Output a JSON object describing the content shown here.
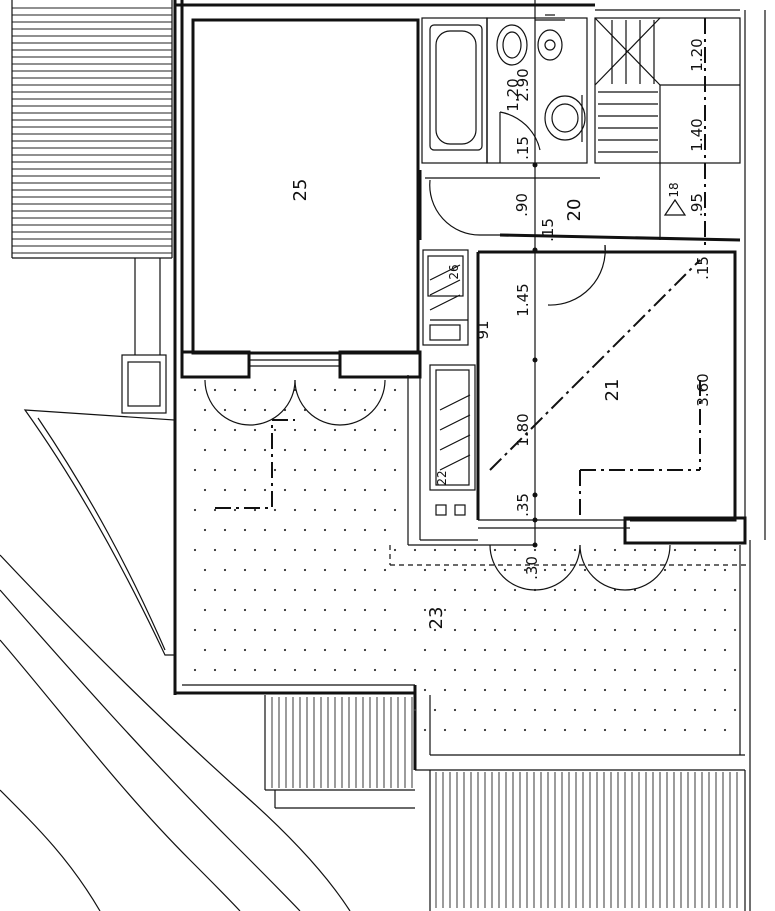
{
  "rooms": {
    "r25": "25",
    "r20": "20",
    "r21": "21",
    "r23": "23",
    "r26": "26",
    "r22": "22"
  },
  "dimensions": {
    "d_120": "1.20",
    "d_290": "2.90",
    "d_15a": ".15",
    "d_90": ".90",
    "d_15b": ".15",
    "d_145": "1.45",
    "d_91": "91",
    "d_180": "1.80",
    "d_35": ".35",
    "d_30": ".30",
    "d_360": "3.60",
    "d_15c": ".15",
    "d_95": ".95",
    "d_140": "1.40",
    "d_120b": "1.20",
    "d_18": "18"
  },
  "colors": {
    "line": "#111111",
    "background": "#ffffff"
  }
}
